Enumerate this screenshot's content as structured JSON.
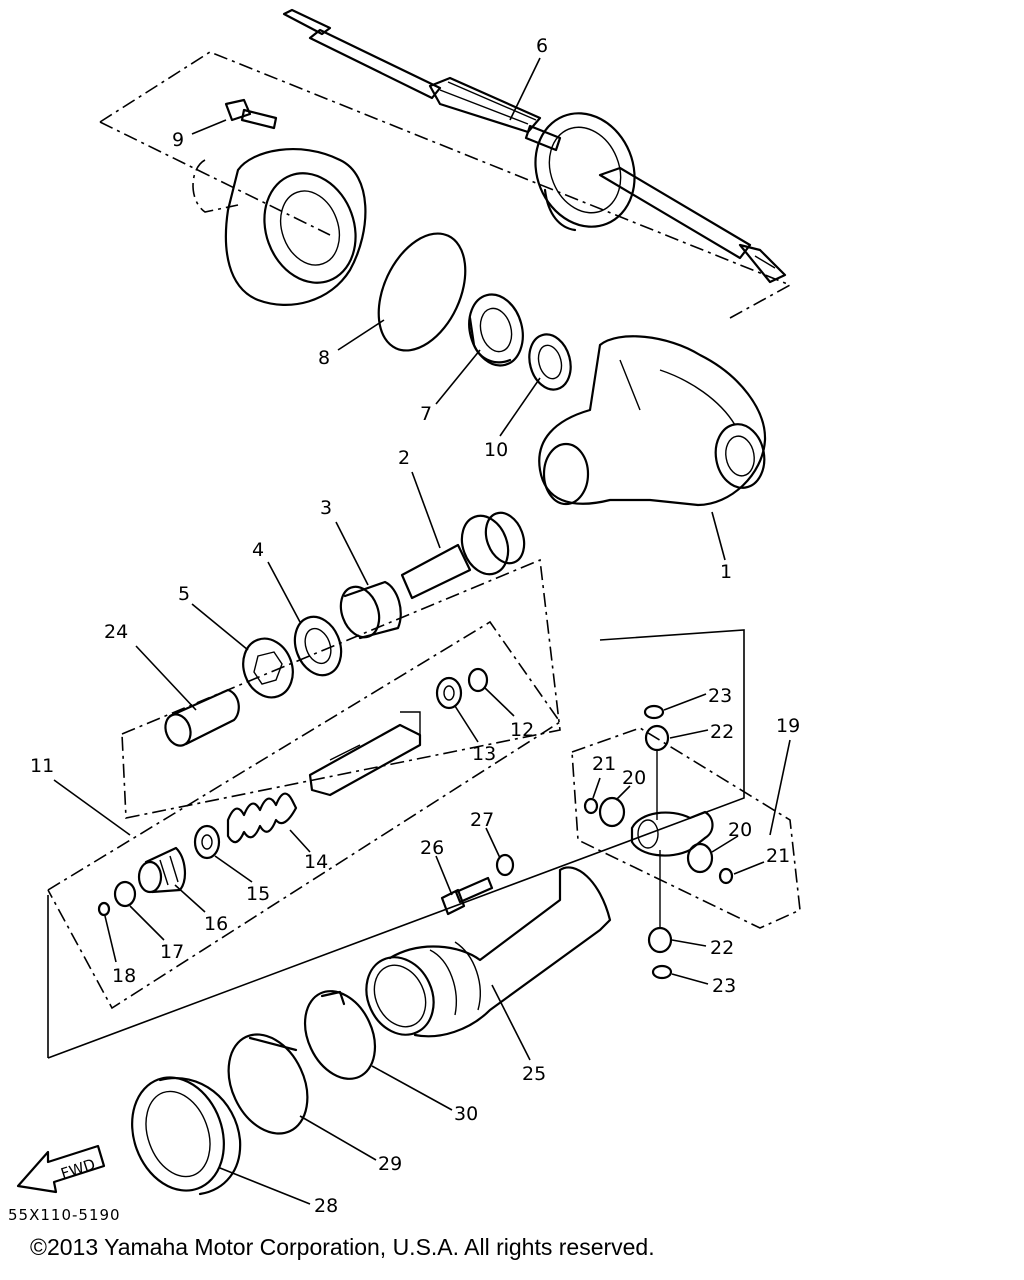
{
  "figure": {
    "code": "55X110-5190",
    "copyright": "©2013 Yamaha Motor Corporation, U.S.A. All rights reserved.",
    "fwd_label": "FWD"
  },
  "callouts": [
    {
      "id": "1",
      "label": "1"
    },
    {
      "id": "2",
      "label": "2"
    },
    {
      "id": "3",
      "label": "3"
    },
    {
      "id": "4",
      "label": "4"
    },
    {
      "id": "5",
      "label": "5"
    },
    {
      "id": "6",
      "label": "6"
    },
    {
      "id": "7",
      "label": "7"
    },
    {
      "id": "8",
      "label": "8"
    },
    {
      "id": "9",
      "label": "9"
    },
    {
      "id": "10",
      "label": "10"
    },
    {
      "id": "11",
      "label": "11"
    },
    {
      "id": "12",
      "label": "12"
    },
    {
      "id": "13",
      "label": "13"
    },
    {
      "id": "14",
      "label": "14"
    },
    {
      "id": "15",
      "label": "15"
    },
    {
      "id": "16",
      "label": "16"
    },
    {
      "id": "17",
      "label": "17"
    },
    {
      "id": "18",
      "label": "18"
    },
    {
      "id": "19",
      "label": "19"
    },
    {
      "id": "20a",
      "label": "20"
    },
    {
      "id": "20b",
      "label": "20"
    },
    {
      "id": "21a",
      "label": "21"
    },
    {
      "id": "21b",
      "label": "21"
    },
    {
      "id": "22a",
      "label": "22"
    },
    {
      "id": "22b",
      "label": "22"
    },
    {
      "id": "23a",
      "label": "23"
    },
    {
      "id": "23b",
      "label": "23"
    },
    {
      "id": "24",
      "label": "24"
    },
    {
      "id": "25",
      "label": "25"
    },
    {
      "id": "26",
      "label": "26"
    },
    {
      "id": "27",
      "label": "27"
    },
    {
      "id": "28",
      "label": "28"
    },
    {
      "id": "29",
      "label": "29"
    },
    {
      "id": "30",
      "label": "30"
    }
  ]
}
